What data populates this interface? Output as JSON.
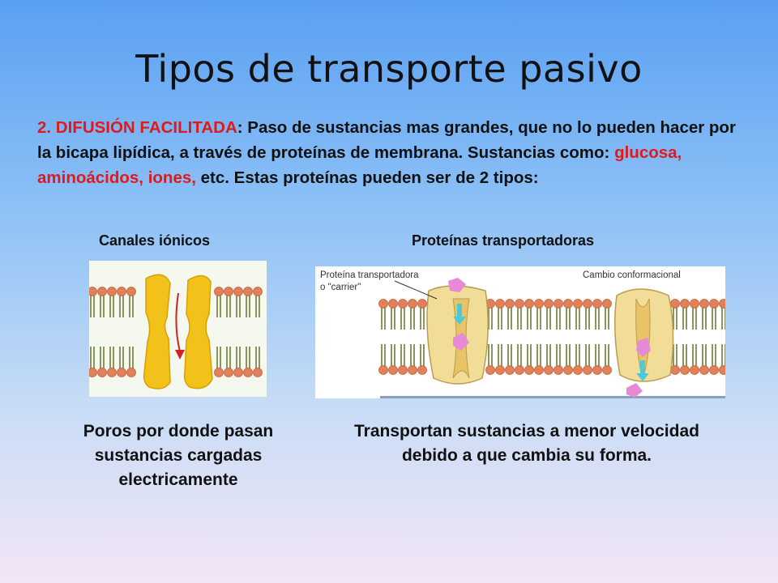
{
  "slide": {
    "title": "Tipos de transporte pasivo",
    "intro": {
      "heading": "2. DIFUSIÓN FACILITADA",
      "text_part1": ": Paso de sustancias mas grandes, que no lo pueden hacer por la bicapa lipídica,  a través de proteínas de membrana. Sustancias como: ",
      "examples": "glucosa, aminoácidos,  iones,",
      "text_part2": " etc. Estas proteínas pueden ser de 2 tipos:"
    },
    "left": {
      "label": "Canales iónicos",
      "caption": "Poros por donde pasan sustancias cargadas electricamente"
    },
    "right": {
      "label": "Proteínas transportadoras",
      "caption": "Transportan sustancias a menor velocidad debido a que cambia su forma.",
      "figure_label_carrier_line1": "Proteína transportadora",
      "figure_label_carrier_line2": "o \"carrier\"",
      "figure_label_change": "Cambio conformacional"
    },
    "colors": {
      "red_accent": "#e01a1a",
      "protein_yellow": "#f2c21a",
      "carrier_tan": "#f1dc98",
      "lipid_head": "#e2805a",
      "particle_pink": "#e68ad8",
      "arrow_cyan": "#4ec9d9"
    },
    "icons": [
      "ion-channel-illustration",
      "carrier-protein-illustration"
    ]
  }
}
